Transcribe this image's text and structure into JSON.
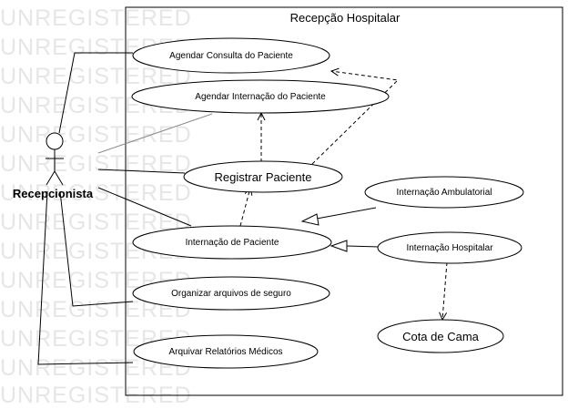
{
  "watermark": "UNREGISTERED",
  "system": {
    "title": "Recepção Hospitalar"
  },
  "actor": {
    "name": "Recepcionista"
  },
  "use_cases": {
    "agendar_consulta": "Agendar Consulta do Paciente",
    "agendar_internacao": "Agendar Internação do Paciente",
    "registrar": "Registrar Paciente",
    "internacao_ambulatorial": "Internação Ambulatorial",
    "internacao_paciente": "Internação de Paciente",
    "internacao_hospitalar": "Internação Hospitalar",
    "organizar_seguro": "Organizar arquivos de seguro",
    "cota_cama": "Cota de Cama",
    "arquivar_relatorios": "Arquivar Relatórios Médicos"
  }
}
